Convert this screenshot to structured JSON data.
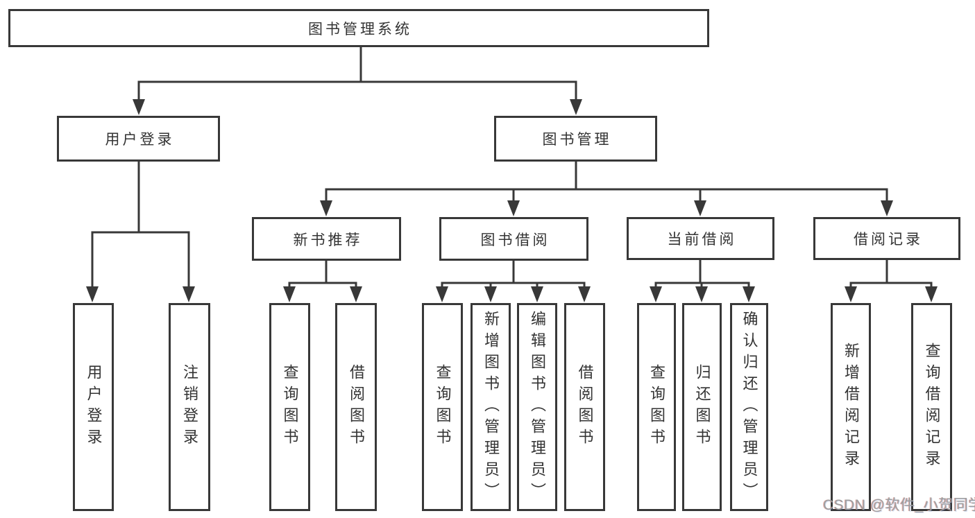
{
  "tree": {
    "label": "图书管理系统",
    "children": [
      {
        "label": "用户登录",
        "children": [
          {
            "label": "用户登录"
          },
          {
            "label": "注销登录"
          }
        ]
      },
      {
        "label": "图书管理",
        "children": [
          {
            "label": "新书推荐",
            "children": [
              {
                "label": "查询图书"
              },
              {
                "label": "借阅图书"
              }
            ]
          },
          {
            "label": "图书借阅",
            "children": [
              {
                "label": "查询图书"
              },
              {
                "label": "新增图书（管理员）"
              },
              {
                "label": "编辑图书（管理员）"
              },
              {
                "label": "借阅图书"
              }
            ]
          },
          {
            "label": "当前借阅",
            "children": [
              {
                "label": "查询图书"
              },
              {
                "label": "归还图书"
              },
              {
                "label": "确认归还（管理员）"
              }
            ]
          },
          {
            "label": "借阅记录",
            "children": [
              {
                "label": "新增借阅记录"
              },
              {
                "label": "查询借阅记录"
              }
            ]
          }
        ]
      }
    ]
  },
  "watermark": {
    "text": "CSDN @软件_小贺同学"
  },
  "colors": {
    "line": "#383838",
    "box_border": "#383838",
    "box_fill": "#ffffff",
    "text": "#333333",
    "watermark": "#9e9e9e"
  }
}
